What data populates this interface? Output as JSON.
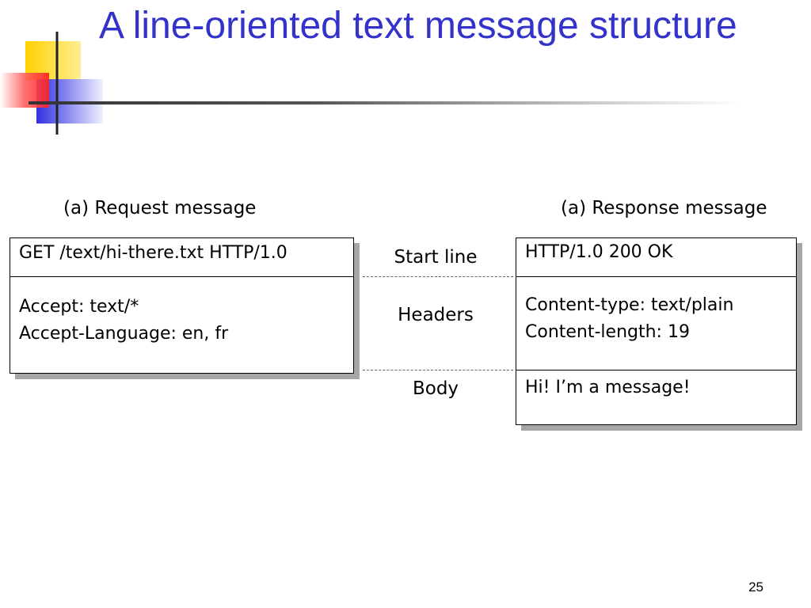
{
  "slide": {
    "title": "A line-oriented text message structure",
    "page_number": "25"
  },
  "request": {
    "caption": "(a) Request message",
    "start_line": "GET /text/hi-there.txt  HTTP/1.0",
    "headers": [
      "Accept:  text/*",
      "Accept-Language: en, fr"
    ]
  },
  "response": {
    "caption": "(a) Response message",
    "start_line": "HTTP/1.0  200  OK",
    "headers": [
      "Content-type:  text/plain",
      "Content-length: 19"
    ],
    "body": "Hi! I’m a message!"
  },
  "labels": {
    "start_line": "Start line",
    "headers": "Headers",
    "body": "Body"
  }
}
